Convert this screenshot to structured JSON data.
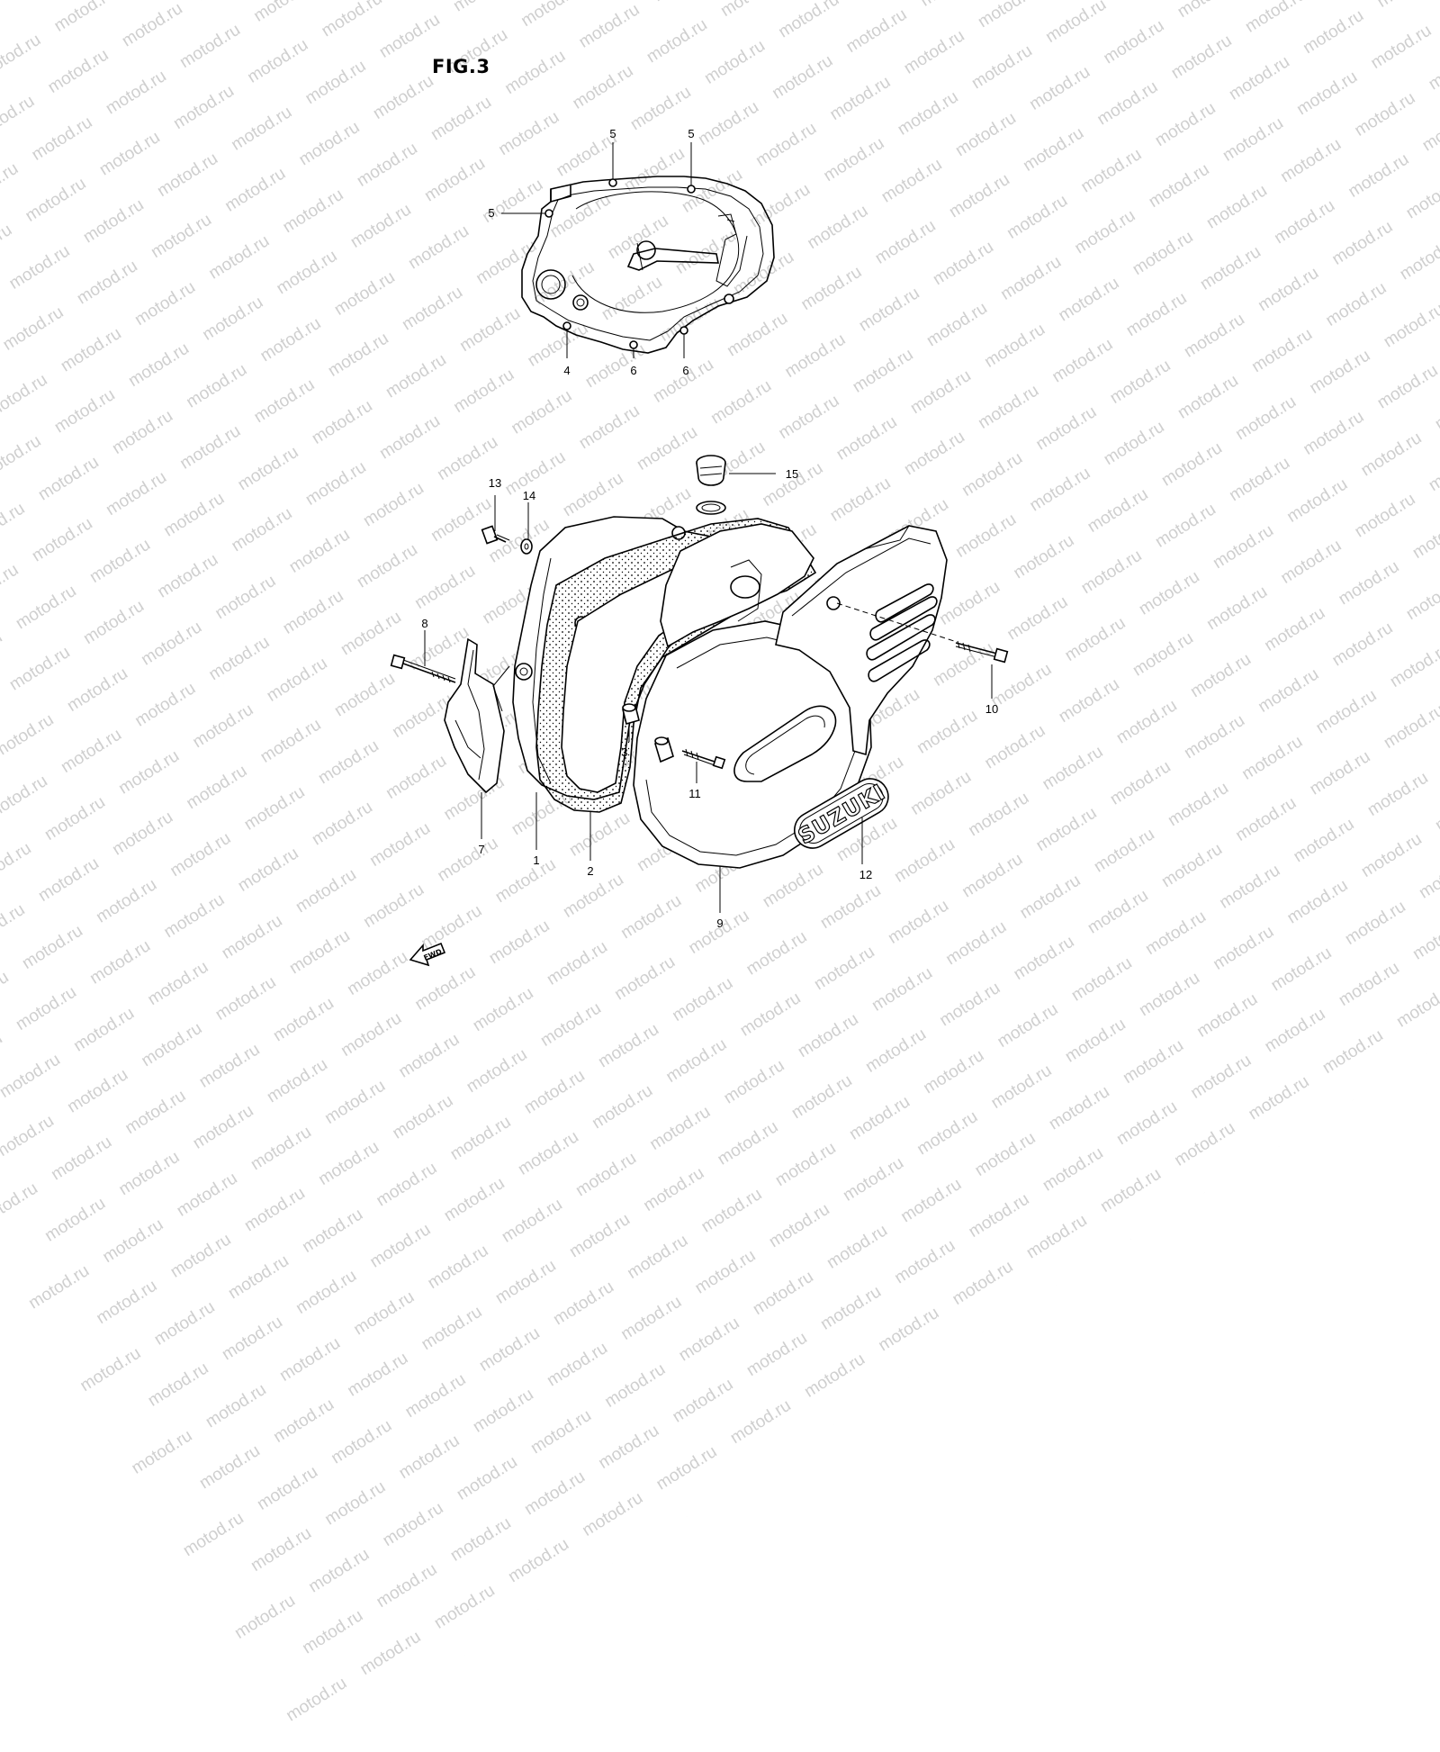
{
  "figure": {
    "title": "FIG.3"
  },
  "watermark": {
    "text": "motod.ru"
  },
  "logo": {
    "text": "SUZUKI"
  },
  "direction_marker": {
    "text": "FWD"
  },
  "callouts": [
    {
      "id": "c5a",
      "label": "5"
    },
    {
      "id": "c5b",
      "label": "5"
    },
    {
      "id": "c5c",
      "label": "5"
    },
    {
      "id": "c4",
      "label": "4"
    },
    {
      "id": "c6a",
      "label": "6"
    },
    {
      "id": "c6b",
      "label": "6"
    },
    {
      "id": "c15",
      "label": "15"
    },
    {
      "id": "c13",
      "label": "13"
    },
    {
      "id": "c14",
      "label": "14"
    },
    {
      "id": "c8",
      "label": "8"
    },
    {
      "id": "c10",
      "label": "10"
    },
    {
      "id": "c3",
      "label": "3"
    },
    {
      "id": "c11",
      "label": "11"
    },
    {
      "id": "c7",
      "label": "7"
    },
    {
      "id": "c1",
      "label": "1"
    },
    {
      "id": "c2",
      "label": "2"
    },
    {
      "id": "c12",
      "label": "12"
    },
    {
      "id": "c9",
      "label": "9"
    }
  ]
}
